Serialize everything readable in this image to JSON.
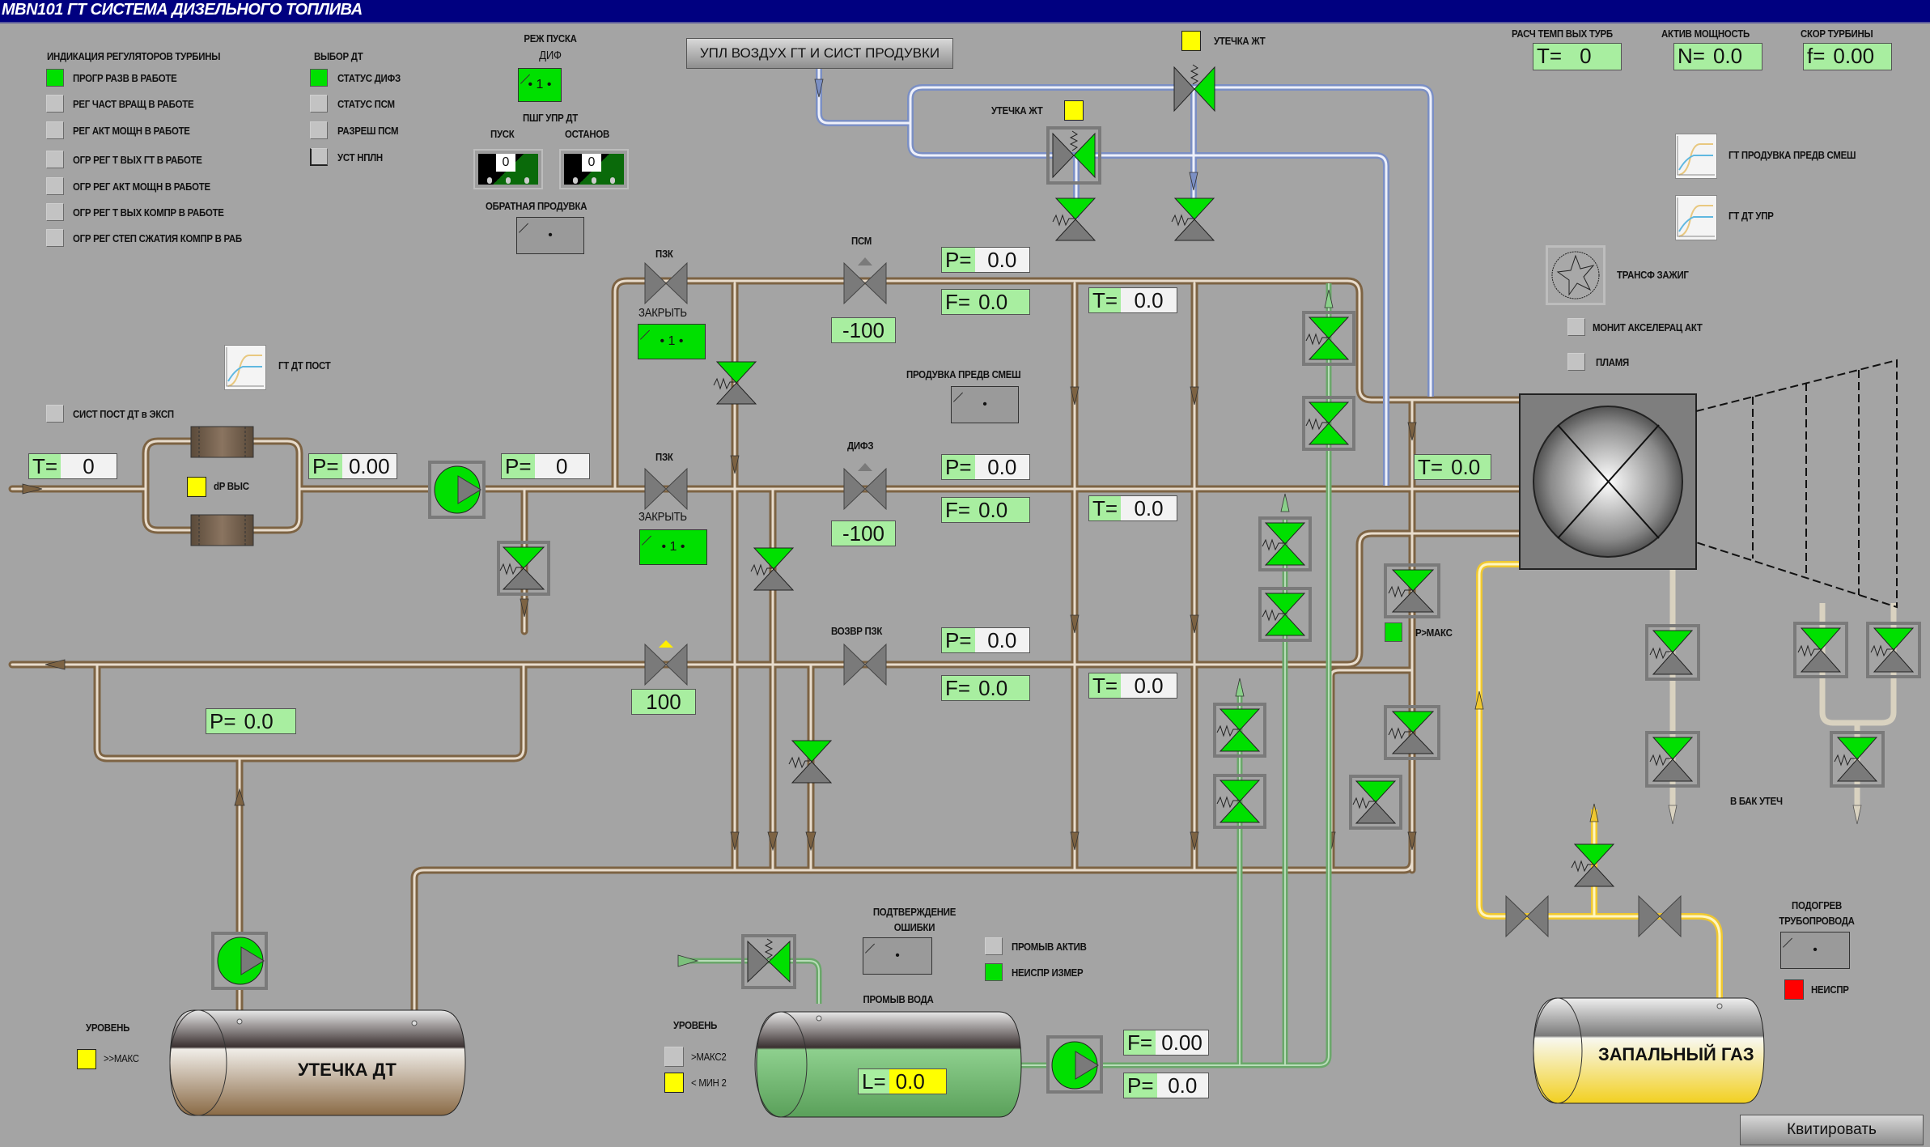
{
  "window": {
    "title": "MBN101 ГТ СИСТЕМА ДИЗЕЛЬНОГО ТОПЛИВА"
  },
  "colors": {
    "background": "#a4a4a4",
    "titlebar": "#000080",
    "active_green": "#00e000",
    "value_green": "#a8eea0",
    "alarm_yellow": "#ffff00",
    "alarm_red": "#ff0000",
    "fuel_pipe": "#7d6343",
    "air_pipe": "#7b8fc4",
    "water_pipe": "#6aa86a",
    "gas_pipe": "#f0c830"
  },
  "turbine_regulators": {
    "title": "ИНДИКАЦИЯ РЕГУЛЯТОРОВ ТУРБИНЫ",
    "items": [
      {
        "label": "ПРОГР РАЗВ В РАБОТЕ",
        "state": "green"
      },
      {
        "label": "РЕГ ЧАСТ ВРАЩ В РАБОТЕ",
        "state": "gray"
      },
      {
        "label": "РЕГ АКТ МОЩН В РАБОТЕ",
        "state": "gray"
      },
      {
        "label": "ОГР РЕГ Т ВЫХ ГТ В РАБОТЕ",
        "state": "gray"
      },
      {
        "label": "ОГР РЕГ АКТ МОЩН В РАБОТЕ",
        "state": "gray"
      },
      {
        "label": "ОГР РЕГ Т ВЫХ КОМПР В РАБОТЕ",
        "state": "gray"
      },
      {
        "label": "ОГР РЕГ СТЕП СЖАТИЯ КОМПР В РАБ",
        "state": "gray"
      }
    ]
  },
  "fuel_selection": {
    "title": "ВЫБОР ДТ",
    "items": [
      {
        "label": "СТАТУС ДИФЗ",
        "state": "green"
      },
      {
        "label": "СТАТУС ПСМ",
        "state": "gray"
      },
      {
        "label": "РАЗРЕШ ПСМ",
        "state": "gray"
      },
      {
        "label": "УСТ НПЛН",
        "state": "gray"
      }
    ]
  },
  "start_mode": {
    "title_line1": "РЕЖ ПУСКА",
    "title_line2": "ДИФ",
    "value": "• 1 •"
  },
  "pshg_control": {
    "title": "ПШГ УПР ДТ",
    "start_label": "ПУСК",
    "start_value": "0",
    "stop_label": "ОСТАНОВ",
    "stop_value": "0"
  },
  "reverse_purge": {
    "label": "ОБРАТНАЯ ПРОДУВКА",
    "value": "•"
  },
  "air_button": {
    "label": "УПЛ ВОЗДУХ ГТ И СИСТ ПРОДУВКИ"
  },
  "leak_jt_top": {
    "label": "УТЕЧКА ЖТ",
    "state": "yellow"
  },
  "leak_jt_mid": {
    "label": "УТЕЧКА ЖТ",
    "state": "yellow"
  },
  "readouts_top": [
    {
      "title": "РАСЧ ТЕМП ВЫХ ТУРБ",
      "key": "T=",
      "value": "0"
    },
    {
      "title": "АКТИВ МОЩНОСТЬ",
      "key": "N=",
      "value": "0.0"
    },
    {
      "title": "СКОР ТУРБИНЫ",
      "key": "f=",
      "value": "0.00"
    }
  ],
  "trends": [
    {
      "label": "ГТ ПРОДУВКА ПРЕДВ СМЕШ"
    },
    {
      "label": "ГТ ДТ УПР"
    },
    {
      "label": "ГТ ДТ ПОСТ"
    }
  ],
  "ignition": {
    "label": "ТРАНСФ ЗАЖИГ"
  },
  "accel_monitor": {
    "label": "МОНИТ АКСЕЛЕРАЦ АКТ",
    "state": "gray"
  },
  "flame": {
    "label": "ПЛАМЯ",
    "state": "gray"
  },
  "supply_system": {
    "label": "СИСТ ПОСТ ДТ в ЭКСП",
    "state": "gray"
  },
  "inlet": {
    "t_key": "T=",
    "t_value": "0",
    "dp_label": "dP ВЫС",
    "dp_state": "yellow",
    "p1_key": "P=",
    "p1_value": "0.00",
    "p2_key": "P=",
    "p2_value": "0"
  },
  "line_psm": {
    "pzk_label": "ПЗК",
    "close_label": "ЗАКРЫТЬ",
    "close_value": "• 1 •",
    "valve_label": "ПСМ",
    "valve_position": "-100",
    "p_key": "P=",
    "p_value": "0.0",
    "f_key": "F=",
    "f_value": "0.0",
    "t_key": "T=",
    "t_value": "0.0"
  },
  "premix_purge": {
    "label": "ПРОДУВКА ПРЕДВ СМЕШ",
    "value": "•"
  },
  "line_difz": {
    "pzk_label": "ПЗК",
    "close_label": "ЗАКРЫТЬ",
    "close_value": "• 1 •",
    "valve_label": "ДИФЗ",
    "valve_position": "-100",
    "p_key": "P=",
    "p_value": "0.0",
    "f_key": "F=",
    "f_value": "0.0",
    "t_key": "T=",
    "t_value": "0.0"
  },
  "line_return": {
    "valve_position": "100",
    "valve_label": "ВОЗВР ПЗК",
    "p_key": "P=",
    "p_value": "0.0",
    "f_key": "F=",
    "f_value": "0.0",
    "t_key": "T=",
    "t_value": "0.0"
  },
  "combustor": {
    "t_key": "T=",
    "t_value": "0.0"
  },
  "pressure_max": {
    "label": "P>МАКС",
    "state": "green"
  },
  "return_loop": {
    "p_key": "P=",
    "p_value": "0.0"
  },
  "leak_tank": {
    "label": "УТЕЧКА ДТ",
    "level_title": "УРОВЕНЬ",
    "level_max_label": ">>МАКС",
    "level_max_state": "yellow"
  },
  "error_confirm": {
    "label_line1": "ПОДТВЕРЖДЕНИЕ",
    "label_line2": "ОШИБКИ",
    "value": "•"
  },
  "wash": {
    "active_label": "ПРОМЫВ АКТИВ",
    "active_state": "gray",
    "fault_label": "НЕИСПР ИЗМЕР",
    "fault_state": "green",
    "tank_label": "ПРОМЫВ ВОДА",
    "level_title": "УРОВЕНЬ",
    "max2_label": ">МАКС2",
    "max2_state": "gray",
    "min2_label": "< МИН 2",
    "min2_state": "yellow",
    "l_key": "L=",
    "l_value": "0.0",
    "f_key": "F=",
    "f_value": "0.00",
    "p_key": "P=",
    "p_value": "0.0"
  },
  "to_leak_tank": {
    "label": "В БАК УТЕЧ"
  },
  "pipe_heating": {
    "label_line1": "ПОДОГРЕВ",
    "label_line2": "ТРУБОПРОВОДА",
    "value": "•",
    "fault_label": "НЕИСПР",
    "fault_state": "red"
  },
  "pilot_gas": {
    "label": "ЗАПАЛЬНЫЙ ГАЗ"
  },
  "ack_button": {
    "label": "Квитировать"
  }
}
